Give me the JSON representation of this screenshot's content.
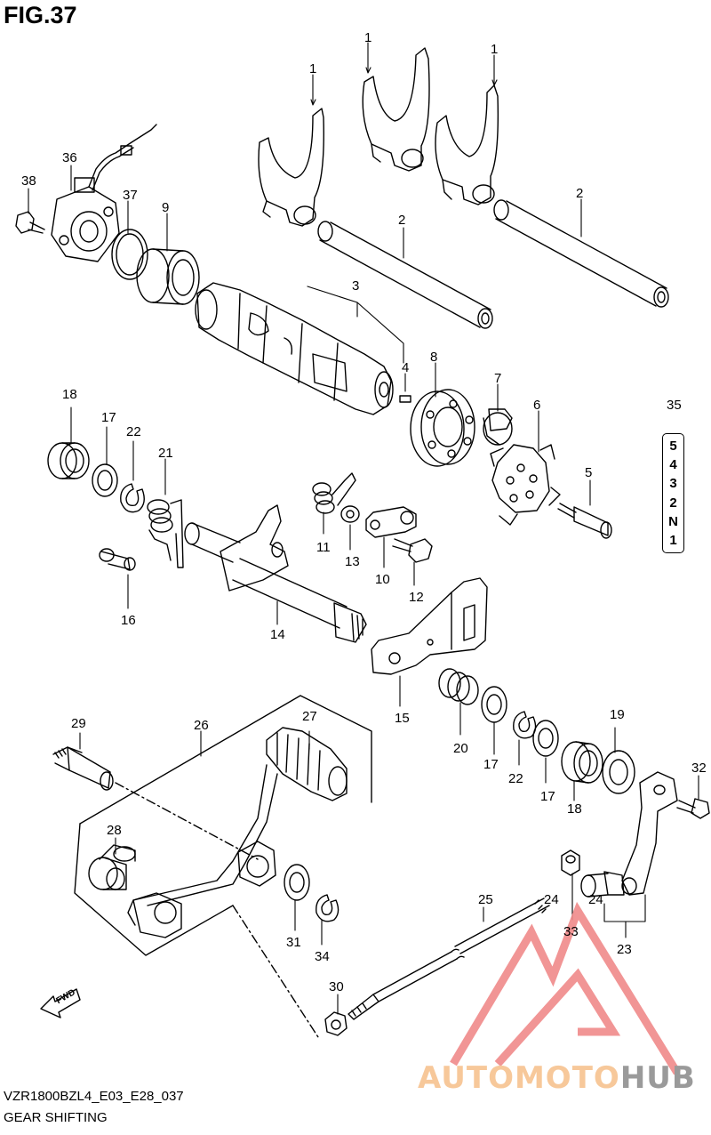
{
  "figure": {
    "title": "FIG.37",
    "model_code": "VZR1800BZL4_E03_E28_037",
    "section_name": "GEAR SHIFTING",
    "fwd_label": "FWD",
    "gear_indicator": [
      "5",
      "4",
      "3",
      "2",
      "N",
      "1"
    ],
    "watermark": {
      "part1": "AUTOMOTO",
      "part2": "HUB"
    }
  },
  "colors": {
    "line": "#000000",
    "watermark_red": "#f08a8a",
    "watermark_orange": "#f7c89a",
    "watermark_gray": "#9a9a9a"
  },
  "labels": [
    "1",
    "1",
    "1",
    "2",
    "2",
    "3",
    "4",
    "5",
    "6",
    "7",
    "8",
    "9",
    "10",
    "11",
    "12",
    "13",
    "14",
    "15",
    "16",
    "17",
    "17",
    "17",
    "18",
    "18",
    "19",
    "20",
    "21",
    "22",
    "22",
    "23",
    "24",
    "24",
    "25",
    "26",
    "27",
    "28",
    "29",
    "30",
    "31",
    "32",
    "33",
    "34",
    "35",
    "36",
    "37",
    "38"
  ]
}
